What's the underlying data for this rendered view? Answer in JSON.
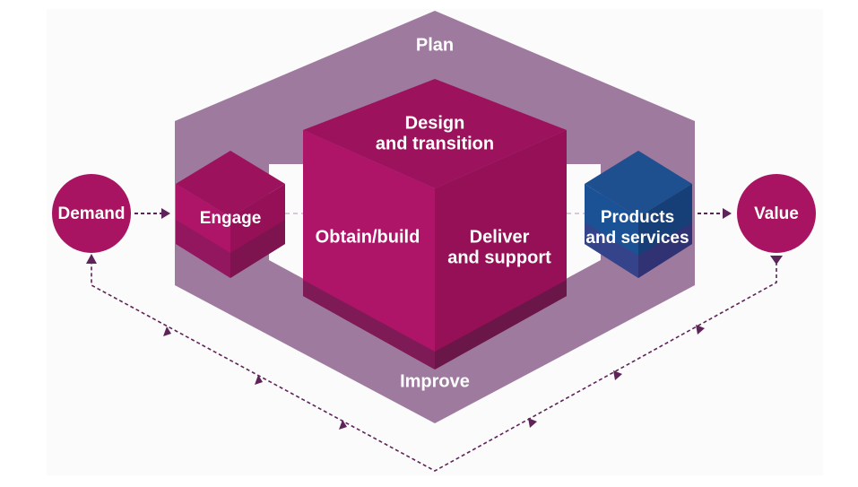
{
  "labels": {
    "plan": "Plan",
    "improve": "Improve",
    "design_line1": "Design",
    "design_line2": "and transition",
    "obtain": "Obtain/build",
    "deliver_line1": "Deliver",
    "deliver_line2": "and support",
    "engage": "Engage",
    "products_line1": "Products",
    "products_line2": "and services",
    "demand": "Demand",
    "value": "Value"
  },
  "colors": {
    "plan_improve_band": "#9f7a9f",
    "cube_magenta_front": "#ae1468",
    "cube_magenta_right": "#951057",
    "cube_magenta_top": "#9c125d",
    "cube_blue_front": "#1b5296",
    "circle": "#a81462",
    "arrow": "#5e2358"
  }
}
